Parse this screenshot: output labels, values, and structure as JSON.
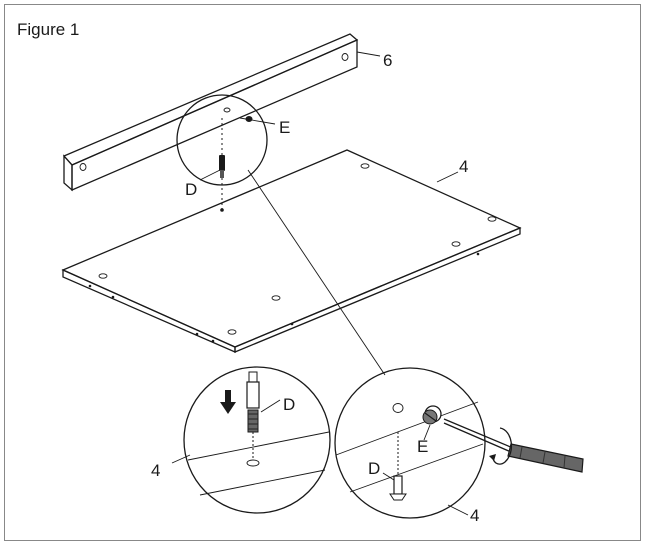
{
  "figure": {
    "title": "Figure 1"
  },
  "labels": {
    "rail": "6",
    "panel": "4",
    "cam_lock": "E",
    "dowel_pin": "D",
    "detail_left_pin": "D",
    "detail_left_panel": "4",
    "detail_right_cam": "E",
    "detail_right_pin": "D",
    "detail_right_panel": "4"
  },
  "icons": {
    "arrow": "down-arrow-icon",
    "tool": "screwdriver-icon",
    "rotation": "rotation-arrow-icon"
  }
}
